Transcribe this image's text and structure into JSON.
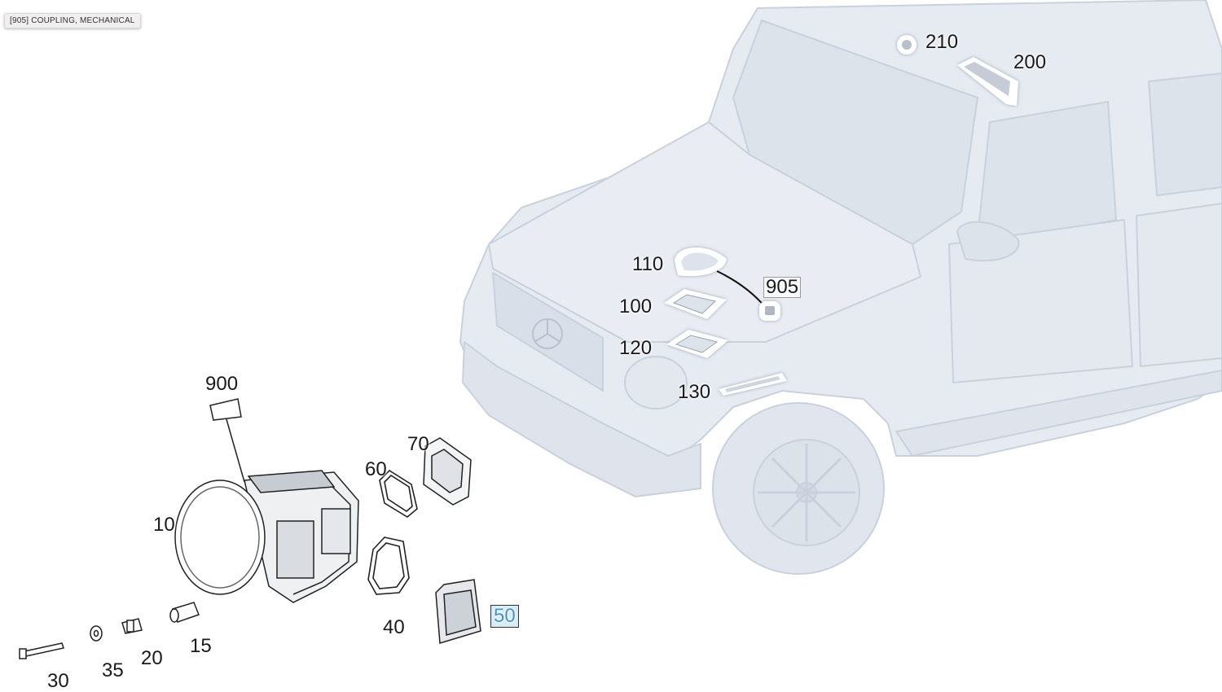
{
  "tooltip": {
    "text": "[905] COUPLING, MECHANICAL"
  },
  "callouts": {
    "c210": "210",
    "c200": "200",
    "c110": "110",
    "c905": "905",
    "c100": "100",
    "c120": "120",
    "c130": "130",
    "c900": "900",
    "c70": "70",
    "c60": "60",
    "c10": "10",
    "c40": "40",
    "c50": "50",
    "c15": "15",
    "c20": "20",
    "c35": "35",
    "c30": "30"
  },
  "colors": {
    "vehicle_fill": "#e6ebf2",
    "vehicle_stroke": "#c8d1dc",
    "highlight": "#ffffff",
    "selected_bg": "#d6ebf6",
    "selected_text": "#4a94c4"
  },
  "selected_part": "50"
}
